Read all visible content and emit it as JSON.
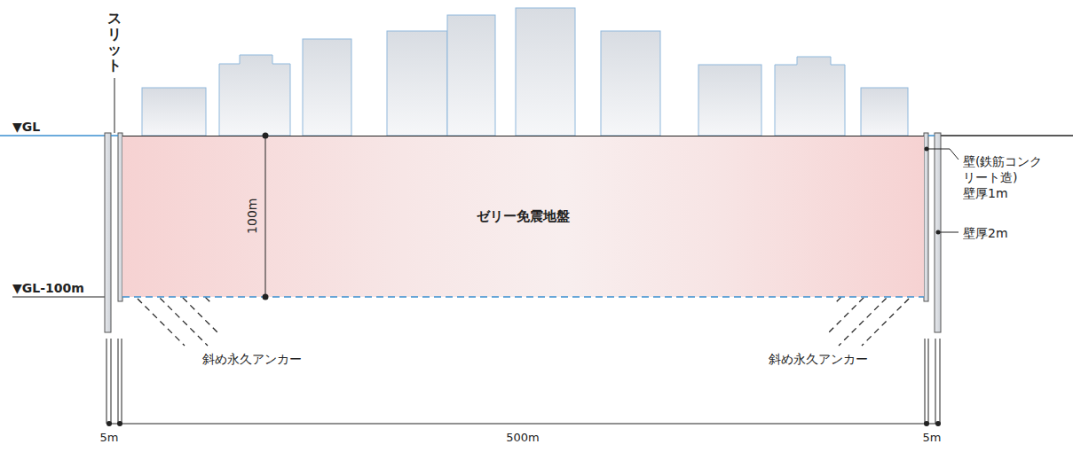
{
  "diagram": {
    "nodes": [
      {
        "text": [
          "ゼリー免震地盤"
        ]
      }
    ],
    "labels": [
      "スリット",
      "▼GL",
      "▼GL-100m",
      "100m",
      "壁(鉄筋コンクリート造)",
      "壁厚1m",
      "壁厚2m",
      "斜め永久アンカー",
      "斜め永久アンカー",
      "5m",
      "500m",
      "5m"
    ]
  }
}
